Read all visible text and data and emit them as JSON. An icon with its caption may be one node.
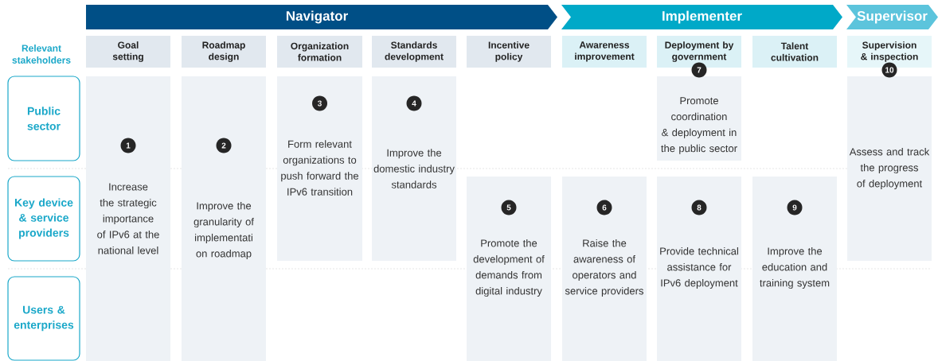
{
  "diagram": {
    "nodes": [
      {
        "text": [
          "Navigator"
        ]
      },
      {
        "text": [
          "Implementer"
        ]
      },
      {
        "text": [
          "Supervisor"
        ]
      },
      {
        "text": [
          "Goal setting"
        ]
      },
      {
        "text": [
          "Roadmap design"
        ]
      },
      {
        "text": [
          "Organization formation"
        ]
      },
      {
        "text": [
          "Standards development"
        ]
      },
      {
        "text": [
          "Incentive policy"
        ]
      },
      {
        "text": [
          "Awareness improvement"
        ]
      },
      {
        "text": [
          "Deployment by government"
        ]
      },
      {
        "text": [
          "Talent cultivation"
        ]
      },
      {
        "text": [
          "Supervision & inspection"
        ]
      },
      {
        "text": [
          "Public sector"
        ]
      },
      {
        "text": [
          "Key device & service providers"
        ]
      },
      {
        "text": [
          "Users & enterprises"
        ]
      },
      {
        "text": [
          "1",
          "Increase the strategic importance of IPv6 at the national level"
        ]
      },
      {
        "text": [
          "2",
          "Improve the granularity of implementati on roadmap"
        ]
      },
      {
        "text": [
          "3",
          "Form relevant organizations to push forward the IPv6 transition"
        ]
      },
      {
        "text": [
          "4",
          "Improve the domestic industry standards"
        ]
      },
      {
        "text": [
          "5",
          "Promote the development of demands from digital industry"
        ]
      },
      {
        "text": [
          "6",
          "Raise the awareness of operators and service providers"
        ]
      },
      {
        "text": [
          "7",
          "Promote coordination & deployment in the public sector"
        ]
      },
      {
        "text": [
          "8",
          "Provide technical assistance for IPv6 deployment"
        ]
      },
      {
        "text": [
          "9",
          "Improve the education and training system"
        ]
      },
      {
        "text": [
          "10",
          "Assess and track the progress of deployment"
        ]
      }
    ],
    "labels": [
      "Relevant stakeholders"
    ]
  }
}
